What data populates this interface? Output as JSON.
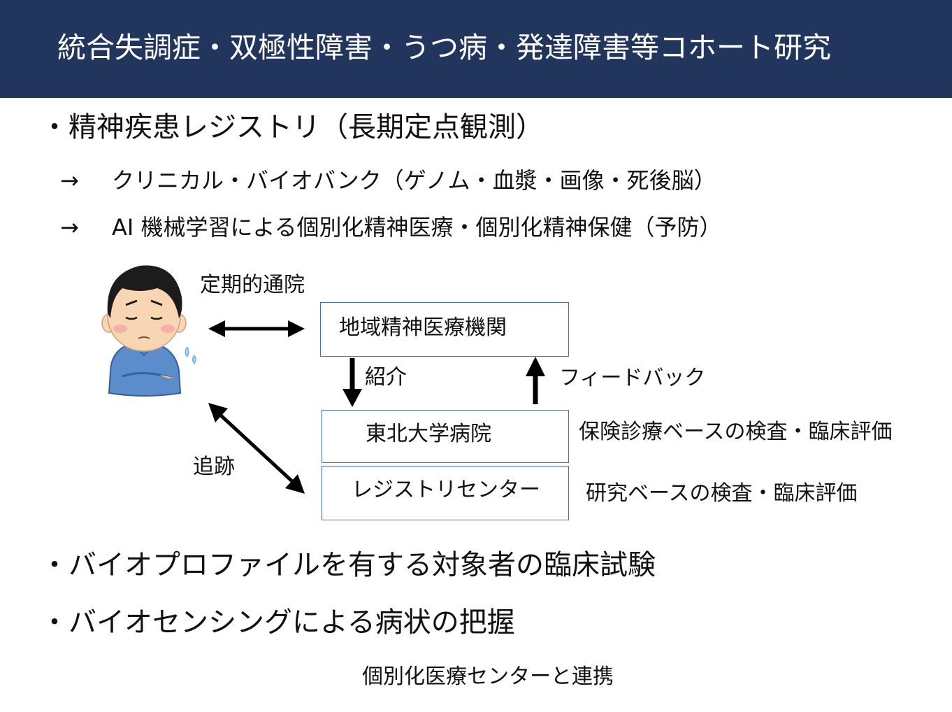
{
  "header": {
    "title": "統合失調症・双極性障害・うつ病・発達障害等コホート研究"
  },
  "bullets": {
    "registry": "・精神疾患レジストリ（長期定点観測）",
    "sub1_arrow": "→",
    "sub1": "クリニカル・バイオバンク（ゲノム・血漿・画像・死後脳）",
    "sub2_arrow": "→",
    "sub2": "AI 機械学習による個別化精神医療・個別化精神保健（予防）",
    "trial": "・バイオプロファイルを有する対象者の臨床試験",
    "sensing": "・バイオセンシングによる病状の把握"
  },
  "diagram": {
    "patient_icon": "worried-patient-icon",
    "regular_visit": "定期的通院",
    "follow_up": "追跡",
    "referral": "紹介",
    "feedback": "フィードバック",
    "local_institution": "地域精神医療機関",
    "tohoku_hospital": "東北大学病院",
    "registry_center": "レジストリセンター",
    "insurance_eval": "保険診療ベースの検査・臨床評価",
    "research_eval": "研究ベースの検査・臨床評価"
  },
  "footer": {
    "collaboration": "個別化医療センターと連携"
  },
  "colors": {
    "header_bg": "#22365d",
    "box_border": "#4a6db5",
    "patient_shirt": "#5b8ccb",
    "patient_skin": "#f8d6b3"
  }
}
